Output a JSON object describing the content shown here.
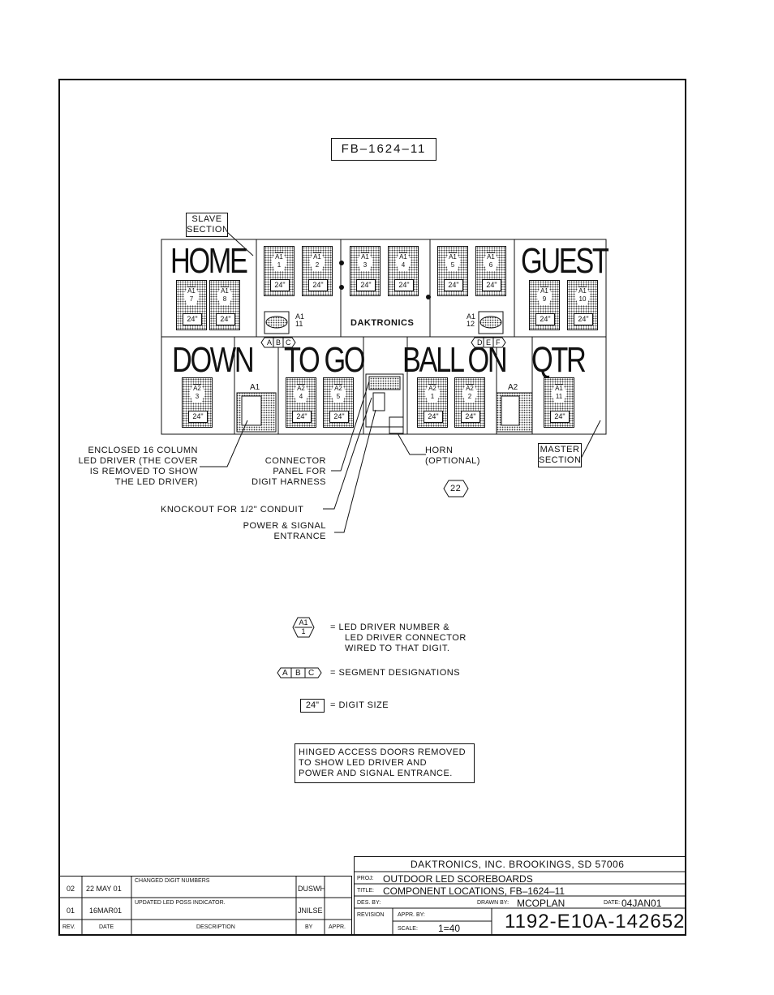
{
  "model_tag": "FB–1624–11",
  "scoreboard": {
    "home": "HOME",
    "guest": "GUEST",
    "down": "DOWN",
    "to_go": "TO GO",
    "ball_on": "BALL ON",
    "qtr": "QTR",
    "brand": "DAKTRONICS",
    "driver_a1": "A1",
    "driver_a2": "A2",
    "a1_11": [
      "A1",
      "11"
    ],
    "a1_12": [
      "A1",
      "12"
    ],
    "segments_left": [
      "A",
      "B",
      "C"
    ],
    "segments_right": [
      "D",
      "E",
      "F"
    ],
    "digit_size": "24\"",
    "digits_top": [
      {
        "driver": "A1",
        "num": "1"
      },
      {
        "driver": "A1",
        "num": "2"
      },
      {
        "driver": "A1",
        "num": "3"
      },
      {
        "driver": "A1",
        "num": "4"
      },
      {
        "driver": "A1",
        "num": "5"
      },
      {
        "driver": "A1",
        "num": "6"
      }
    ],
    "digits_home": [
      {
        "driver": "A1",
        "num": "7"
      },
      {
        "driver": "A1",
        "num": "8"
      }
    ],
    "digits_guest": [
      {
        "driver": "A1",
        "num": "9"
      },
      {
        "driver": "A1",
        "num": "10"
      }
    ],
    "digits_bottom": [
      {
        "driver": "A2",
        "num": "3"
      },
      {
        "driver": "A2",
        "num": "4"
      },
      {
        "driver": "A2",
        "num": "5"
      },
      {
        "driver": "A2",
        "num": "1"
      },
      {
        "driver": "A2",
        "num": "2"
      },
      {
        "driver": "A1",
        "num": "11"
      }
    ]
  },
  "callouts": {
    "slave_section": [
      "SLAVE",
      "SECTION"
    ],
    "master_section": [
      "MASTER",
      "SECTION"
    ],
    "enclosed_driver": [
      "ENCLOSED 16 COLUMN",
      "LED DRIVER (THE COVER",
      "IS REMOVED TO SHOW",
      "THE LED DRIVER)"
    ],
    "connector_panel": [
      "CONNECTOR",
      "PANEL FOR",
      "DIGIT HARNESS"
    ],
    "horn": [
      "HORN",
      "(OPTIONAL)"
    ],
    "horn_tag": "22",
    "knockout": "KNOCKOUT FOR 1/2\" CONDUIT",
    "power_signal": [
      "POWER & SIGNAL",
      "ENTRANCE"
    ]
  },
  "legend": {
    "driver_symbol": [
      "A1",
      "1"
    ],
    "driver_text": [
      "= LED DRIVER NUMBER &",
      "LED DRIVER CONNECTOR",
      "WIRED TO THAT DIGIT."
    ],
    "segment_symbol": [
      "A",
      "B",
      "C"
    ],
    "segment_text": "= SEGMENT DESIGNATIONS",
    "size_symbol": "24\"",
    "size_text": "= DIGIT SIZE",
    "note": [
      "HINGED ACCESS DOORS REMOVED",
      "TO SHOW LED DRIVER AND",
      "POWER AND SIGNAL ENTRANCE."
    ]
  },
  "revisions": {
    "headers": {
      "rev": "REV.",
      "date": "DATE",
      "desc": "DESCRIPTION",
      "by": "BY",
      "appr": "APPR."
    },
    "rows": [
      {
        "rev": "02",
        "date": "22 MAY 01",
        "desc": "CHANGED DIGIT NUMBERS",
        "by": "DUSWH"
      },
      {
        "rev": "01",
        "date": "16MAR01",
        "desc": "UPDATED LED POSS INDICATOR.",
        "by": "JNILSE"
      }
    ]
  },
  "title_block": {
    "company": "DAKTRONICS, INC.   BROOKINGS, SD 57006",
    "proj_label": "PROJ:",
    "proj": "OUTDOOR LED SCOREBOARDS",
    "title_label": "TITLE:",
    "title": "COMPONENT LOCATIONS, FB–1624–11",
    "des_label": "DES. BY:",
    "drawn_label": "DRAWN BY:",
    "drawn": "MCOPLAN",
    "date_label": "DATE:",
    "date": "04JAN01",
    "revision_label": "REVISION",
    "appr_label": "APPR. BY:",
    "scale_label": "SCALE:",
    "scale": "1=40",
    "drawing_number": "1192-E10A-142652"
  }
}
